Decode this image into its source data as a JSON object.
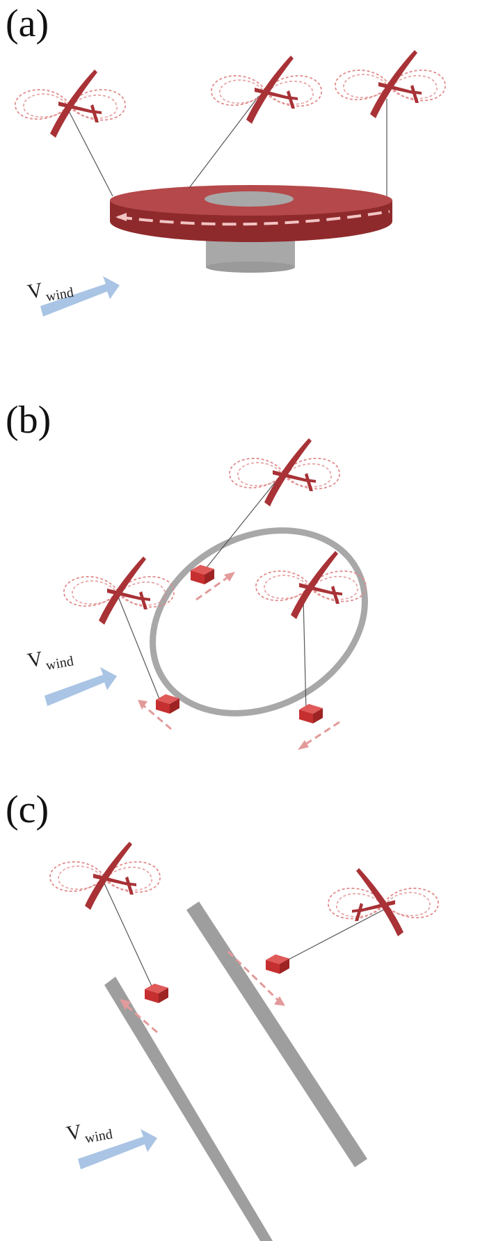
{
  "panels": [
    {
      "label": "(a)",
      "wind_label_main": "V",
      "wind_label_sub": "wind"
    },
    {
      "label": "(b)",
      "wind_label_main": "V",
      "wind_label_sub": "wind"
    },
    {
      "label": "(c)",
      "wind_label_main": "V",
      "wind_label_sub": "wind"
    }
  ],
  "colors": {
    "kite": "#a83236",
    "kite_loop": "#e08a8a",
    "carousel_top": "#b5484a",
    "carousel_side": "#8f2a2c",
    "hub": "#a8a8a8",
    "rail": "#9e9e9e",
    "cart": "#cc3a3a",
    "cart_arrow": "#e39a9a",
    "wind_arrow": "#a9c4e4",
    "tether": "#555555"
  }
}
